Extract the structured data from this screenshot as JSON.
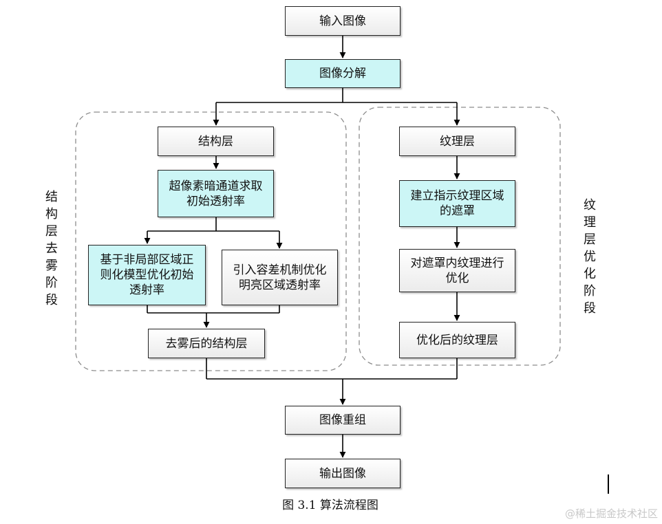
{
  "nodes": {
    "input_image": "输入图像",
    "decompose": "图像分解",
    "structure_layer": "结构层",
    "dark_channel": "超像素暗通道求取\n初始透射率",
    "nonlocal_opt": "基于非局部区域正\n则化模型优化初始\n透射率",
    "tolerance": "引入容差机制优化\n明亮区域透射率",
    "dehazed_structure": "去雾后的结构层",
    "texture_layer": "纹理层",
    "texture_mask": "建立指示纹理区域\n的遮罩",
    "mask_optimize": "对遮罩内纹理进行\n优化",
    "optimized_texture": "优化后的纹理层",
    "reconstruct": "图像重组",
    "output_image": "输出图像"
  },
  "groups": {
    "dehaze_stage": "结\n构\n层\n去\n雾\n阶\n段",
    "texture_stage": "纹\n理\n层\n优\n化\n阶\n段"
  },
  "caption": "图 3.1  算法流程图",
  "watermark": "@稀土掘金技术社区",
  "colors": {
    "highlight_fill": "#ccf6f6",
    "plain_fill": "#f2f2f2",
    "line": "#000000",
    "dashed_border": "#8c8c8c"
  }
}
